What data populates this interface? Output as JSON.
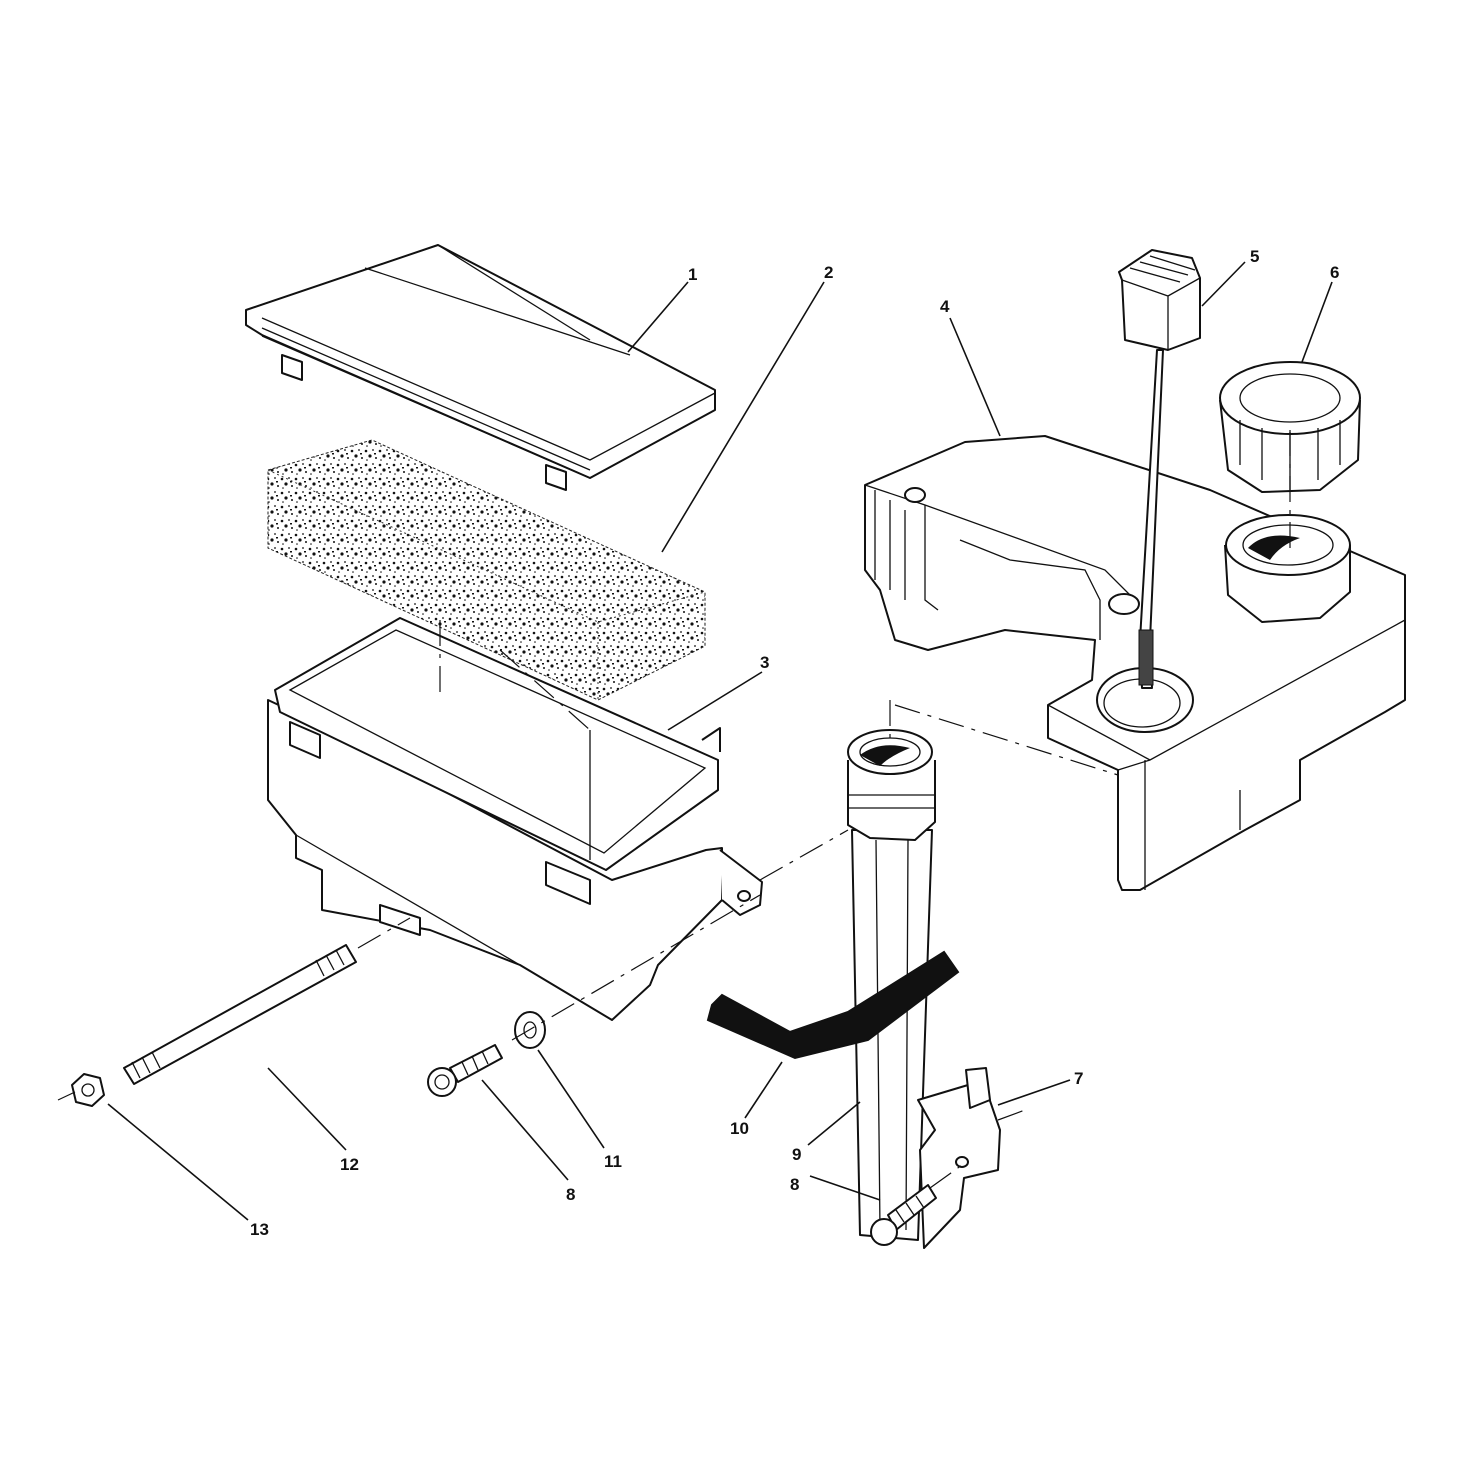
{
  "callouts": {
    "c1": "1",
    "c2": "2",
    "c3": "3",
    "c4": "4",
    "c5": "5",
    "c6": "6",
    "c7": "7",
    "c8a": "8",
    "c8b": "8",
    "c9": "9",
    "c10": "10",
    "c11": "11",
    "c12": "12",
    "c13": "13"
  }
}
